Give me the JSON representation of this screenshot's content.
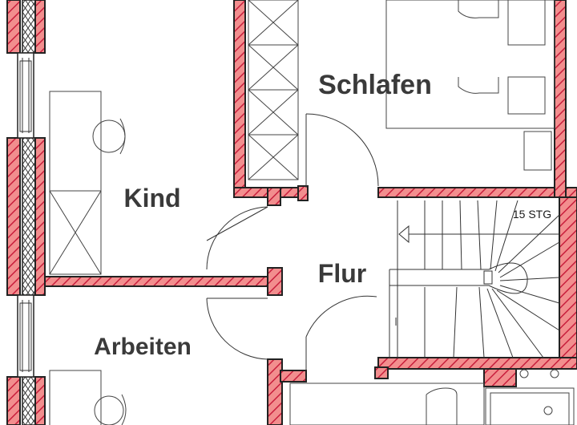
{
  "rooms": {
    "schlafen": "Schlafen",
    "kind": "Kind",
    "flur": "Flur",
    "arbeiten": "Arbeiten"
  },
  "stairs": {
    "steps_note": "15 STG"
  },
  "colors": {
    "wall_fill": "#f28e8e",
    "wall_hatch": "#c81e3c",
    "line": "#333333",
    "label": "#3a3a3a"
  }
}
